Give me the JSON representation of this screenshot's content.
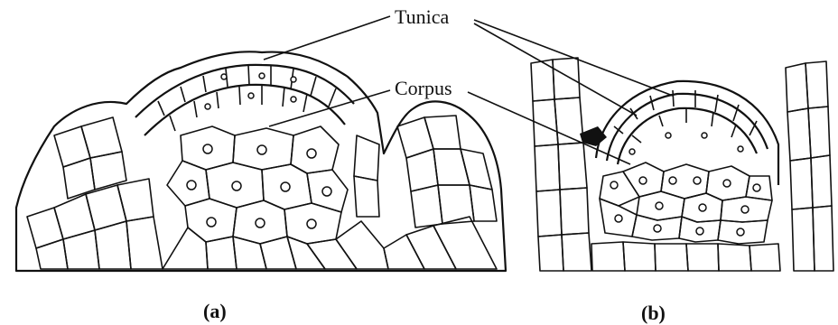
{
  "labels": {
    "tunica": "Tunica",
    "corpus": "Corpus",
    "panel_a": "(a)",
    "panel_b": "(b)"
  }
}
